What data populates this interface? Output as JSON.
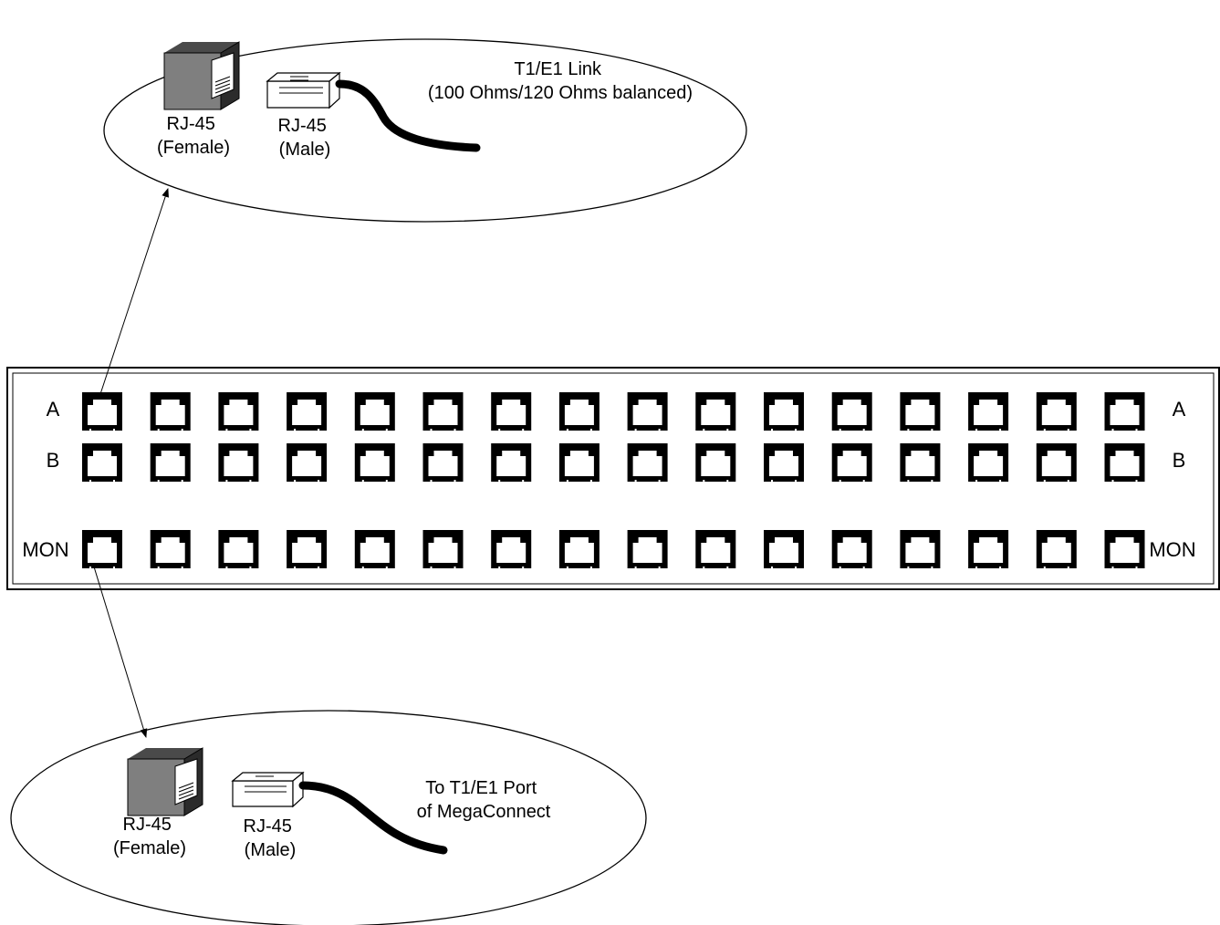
{
  "top_callout": {
    "female_label": [
      "RJ-45",
      "(Female)"
    ],
    "male_label": [
      "RJ-45",
      "(Male)"
    ],
    "link_label": [
      "T1/E1 Link",
      "(100 Ohms/120 Ohms balanced)"
    ]
  },
  "bottom_callout": {
    "female_label": [
      "RJ-45",
      "(Female)"
    ],
    "male_label": [
      "RJ-45",
      "(Male)"
    ],
    "link_label": [
      "To T1/E1 Port",
      "of MegaConnect"
    ]
  },
  "panel": {
    "rows": [
      {
        "id": "A",
        "left_label": "A",
        "right_label": "A"
      },
      {
        "id": "B",
        "left_label": "B",
        "right_label": "B"
      },
      {
        "id": "MON",
        "left_label": "MON",
        "right_label": "MON"
      }
    ],
    "ports_per_row": 16
  },
  "colors": {
    "line": "#000000",
    "background": "#ffffff",
    "jack_body": "#7f7f7f",
    "plug_body": "#ffffff"
  }
}
